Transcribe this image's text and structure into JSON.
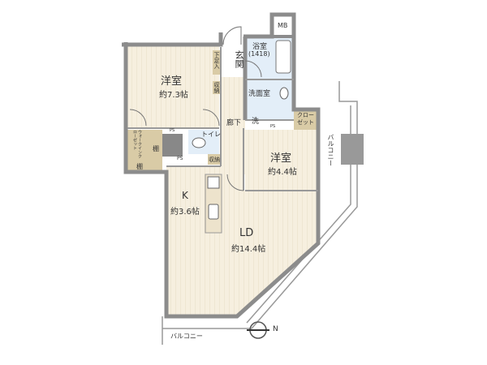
{
  "colors": {
    "wall": "#8c8c8c",
    "room_floor": "#f5efe0",
    "wet_area": "#e3eef8",
    "storage": "#d9cba6",
    "balcony_line": "#999999"
  },
  "rooms": {
    "bedroom1": {
      "name": "洋室",
      "size": "約7.3帖"
    },
    "bedroom2": {
      "name": "洋室",
      "size": "約4.4帖"
    },
    "kitchen": {
      "name": "K",
      "size": "約3.6帖"
    },
    "living": {
      "name": "LD",
      "size": "約14.4帖"
    },
    "entrance": "玄関",
    "shoe_storage": "下足入",
    "bath": {
      "name": "浴室",
      "size": "(1418)"
    },
    "washroom": "洗面室",
    "washer": "洗",
    "closet": "クローゼット",
    "hallway": "廊下",
    "toilet": "トイレ",
    "storage1": "収納",
    "storage2": "収納",
    "walkin_closet": "ウォークインクローゼット",
    "shelf1": "棚",
    "shelf2": "棚",
    "ps1": "PS",
    "ps2": "PS",
    "ps3": "PS",
    "mb": "MB"
  },
  "balcony_right": "バルコニー",
  "balcony_bottom": "バルコニー",
  "compass": {
    "label": "N",
    "icon": "compass-icon"
  }
}
